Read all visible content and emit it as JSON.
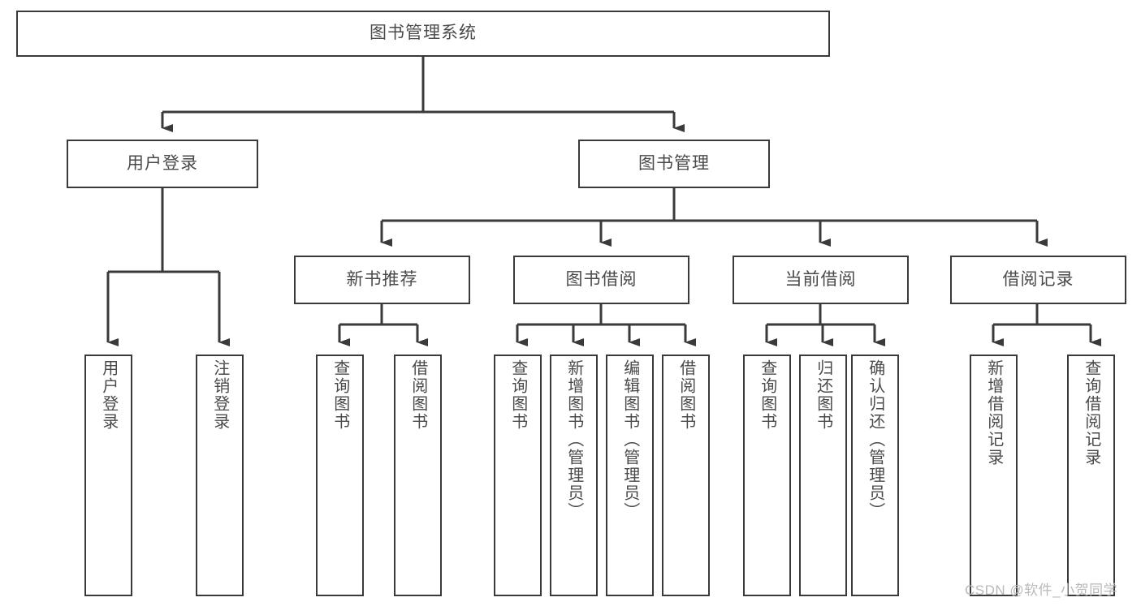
{
  "diagram": {
    "type": "tree-hierarchy",
    "title": "图书管理系统",
    "root": {
      "label": "图书管理系统"
    },
    "level1": [
      {
        "id": "user-login",
        "label": "用户登录"
      },
      {
        "id": "book-management",
        "label": "图书管理"
      }
    ],
    "level2": [
      {
        "id": "new-book-recommend",
        "label": "新书推荐",
        "parent": "book-management"
      },
      {
        "id": "book-borrow",
        "label": "图书借阅",
        "parent": "book-management"
      },
      {
        "id": "current-borrow",
        "label": "当前借阅",
        "parent": "book-management"
      },
      {
        "id": "borrow-record",
        "label": "借阅记录",
        "parent": "book-management"
      }
    ],
    "leaves": [
      {
        "id": "leaf-user-login",
        "label": "用户登录",
        "parent": "user-login"
      },
      {
        "id": "leaf-logout",
        "label": "注销登录",
        "parent": "user-login"
      },
      {
        "id": "leaf-query-book-1",
        "label": "查询图书",
        "parent": "new-book-recommend"
      },
      {
        "id": "leaf-borrow-book-1",
        "label": "借阅图书",
        "parent": "new-book-recommend"
      },
      {
        "id": "leaf-query-book-2",
        "label": "查询图书",
        "parent": "book-borrow"
      },
      {
        "id": "leaf-add-book",
        "label": "新增图书（管理员）",
        "parent": "book-borrow"
      },
      {
        "id": "leaf-edit-book",
        "label": "编辑图书（管理员）",
        "parent": "book-borrow"
      },
      {
        "id": "leaf-borrow-book-2",
        "label": "借阅图书",
        "parent": "book-borrow"
      },
      {
        "id": "leaf-query-book-3",
        "label": "查询图书",
        "parent": "current-borrow"
      },
      {
        "id": "leaf-return-book",
        "label": "归还图书",
        "parent": "current-borrow"
      },
      {
        "id": "leaf-confirm-return",
        "label": "确认归还（管理员）",
        "parent": "current-borrow"
      },
      {
        "id": "leaf-add-record",
        "label": "新增借阅记录",
        "parent": "borrow-record"
      },
      {
        "id": "leaf-query-record",
        "label": "查询借阅记录",
        "parent": "borrow-record"
      }
    ]
  },
  "watermark": {
    "text": "CSDN @软件_小贺同学"
  },
  "colors": {
    "stroke": "#3a3a3a",
    "text": "#4a4a4a",
    "background": "#ffffff",
    "watermark": "#b9b9b9"
  }
}
